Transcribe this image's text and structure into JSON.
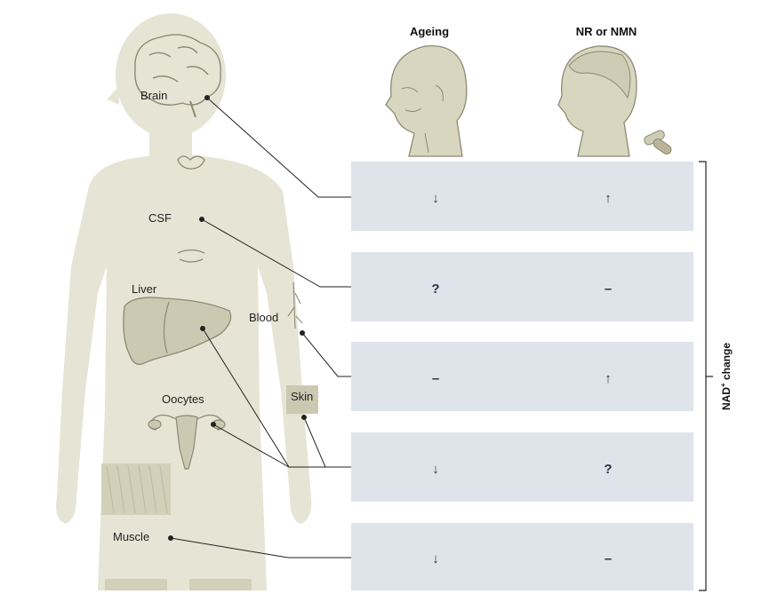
{
  "columns": {
    "ageing": "Ageing",
    "supplement": "NR or NMN"
  },
  "organs": {
    "brain": "Brain",
    "csf": "CSF",
    "liver": "Liver",
    "blood": "Blood",
    "skin": "Skin",
    "oocytes": "Oocytes",
    "muscle": "Muscle"
  },
  "rows": [
    {
      "ageing": "↓",
      "supplement": "↑"
    },
    {
      "ageing": "?",
      "supplement": "–"
    },
    {
      "ageing": "–",
      "supplement": "↑"
    },
    {
      "ageing": "↓",
      "supplement": "?"
    },
    {
      "ageing": "↓",
      "supplement": "–"
    }
  ],
  "axis_label": {
    "main": "NAD",
    "sup": "+",
    "rest": " change"
  },
  "colors": {
    "body": "#e6e4d4",
    "organ": "#ccc9b2",
    "row": "#dfe3ea",
    "line": "#222222",
    "symbol": "#2a3347"
  }
}
